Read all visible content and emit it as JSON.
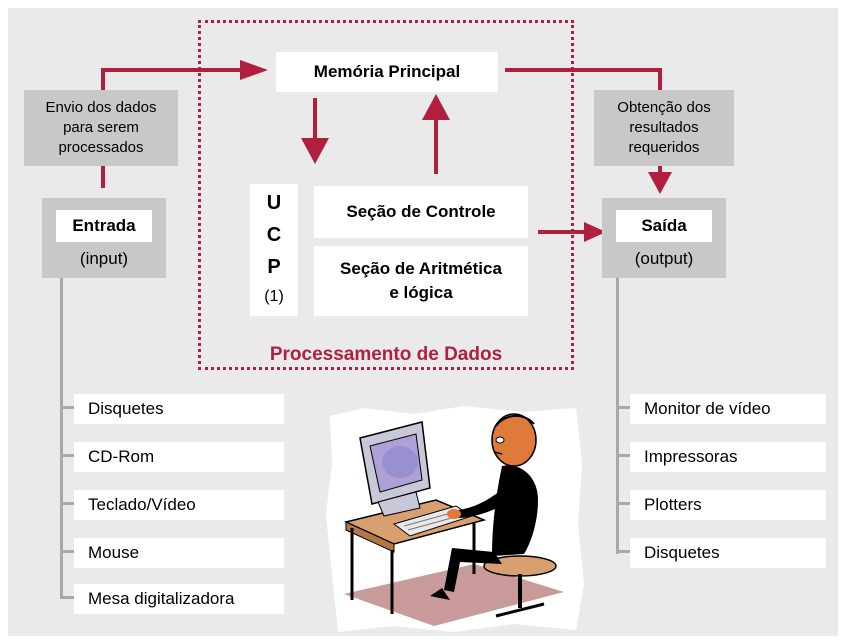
{
  "memoria": "Memória Principal",
  "input_note": [
    "Envio dos dados",
    "para serem",
    "processados"
  ],
  "output_note": [
    "Obtenção dos",
    "resultados",
    "requeridos"
  ],
  "entrada": {
    "title": "Entrada",
    "subtitle": "(input)"
  },
  "saida": {
    "title": "Saída",
    "subtitle": "(output)"
  },
  "ucp": {
    "letters": [
      "U",
      "C",
      "P"
    ],
    "note": "(1)"
  },
  "controle": "Seção de Controle",
  "aritmetica": [
    "Seção de Aritmética",
    "e  lógica"
  ],
  "processamento": "Processamento de Dados",
  "input_devices": [
    "Disquetes",
    "CD-Rom",
    "Teclado/Vídeo",
    "Mouse",
    "Mesa digitalizadora"
  ],
  "output_devices": [
    "Monitor de vídeo",
    "Impressoras",
    "Plotters",
    "Disquetes"
  ],
  "colors": {
    "accent": "#b11f3f",
    "box_grey": "#c8c8c8",
    "background": "#eaeaea"
  }
}
